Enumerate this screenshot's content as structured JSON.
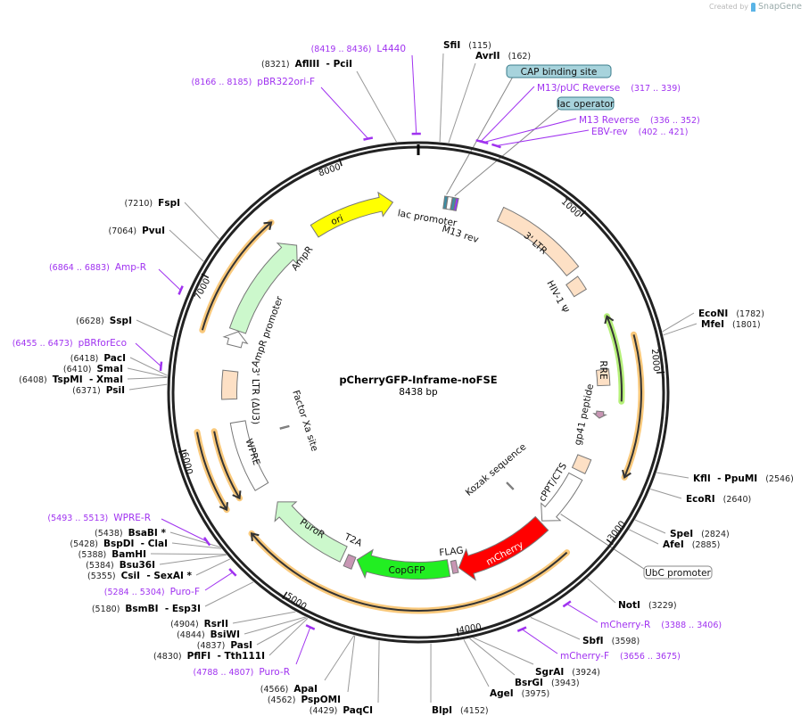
{
  "credit": {
    "created_by": "Created by",
    "brand": "SnapGene"
  },
  "plasmid": {
    "name": "pCherryGFP-Inframe-noFSE",
    "length_label": "8438 bp",
    "length": 8438
  },
  "ticks": [
    "1000",
    "2000",
    "3000",
    "4000",
    "5000",
    "6000",
    "7000",
    "8000"
  ],
  "enzymes": [
    {
      "name": "SfiI",
      "pos": "(115)",
      "site": 115
    },
    {
      "name": "AvrII",
      "pos": "(162)",
      "site": 162
    },
    {
      "name": "AflIII  - PciI",
      "pos": "(8321)",
      "site": 8321
    },
    {
      "name": "FspI",
      "pos": "(7210)",
      "site": 7210
    },
    {
      "name": "PvuI",
      "pos": "(7064)",
      "site": 7064
    },
    {
      "name": "SspI",
      "pos": "(6628)",
      "site": 6628
    },
    {
      "name": "PacI",
      "pos": "(6418)",
      "site": 6418
    },
    {
      "name": "SmaI",
      "pos": "(6410)",
      "site": 6410
    },
    {
      "name": "TspMI  - XmaI",
      "pos": "(6408)",
      "site": 6408
    },
    {
      "name": "PsiI",
      "pos": "(6371)",
      "site": 6371
    },
    {
      "name": "BsaBI *",
      "pos": "(5438)",
      "site": 5438
    },
    {
      "name": "BspDI  - ClaI",
      "pos": "(5428)",
      "site": 5428
    },
    {
      "name": "BamHI",
      "pos": "(5388)",
      "site": 5388
    },
    {
      "name": "Bsu36I",
      "pos": "(5384)",
      "site": 5384
    },
    {
      "name": "CsiI  - SexAI *",
      "pos": "(5355)",
      "site": 5355
    },
    {
      "name": "BsmBI  - Esp3I",
      "pos": "(5180)",
      "site": 5180
    },
    {
      "name": "RsrII",
      "pos": "(4904)",
      "site": 4904
    },
    {
      "name": "BsiWI",
      "pos": "(4844)",
      "site": 4844
    },
    {
      "name": "PasI",
      "pos": "(4837)",
      "site": 4837
    },
    {
      "name": "PflFI  - Tth111I",
      "pos": "(4830)",
      "site": 4830
    },
    {
      "name": "ApaI",
      "pos": "(4566)",
      "site": 4566
    },
    {
      "name": "PspOMI",
      "pos": "(4562)",
      "site": 4562
    },
    {
      "name": "PaqCI",
      "pos": "(4429)",
      "site": 4429
    },
    {
      "name": "BlpI",
      "pos": "(4152)",
      "site": 4152
    },
    {
      "name": "AgeI",
      "pos": "(3975)",
      "site": 3975
    },
    {
      "name": "BsrGI",
      "pos": "(3943)",
      "site": 3943
    },
    {
      "name": "SgrAI",
      "pos": "(3924)",
      "site": 3924
    },
    {
      "name": "SbfI",
      "pos": "(3598)",
      "site": 3598
    },
    {
      "name": "NotI",
      "pos": "(3229)",
      "site": 3229
    },
    {
      "name": "AfeI",
      "pos": "(2885)",
      "site": 2885
    },
    {
      "name": "SpeI",
      "pos": "(2824)",
      "site": 2824
    },
    {
      "name": "EcoRI",
      "pos": "(2640)",
      "site": 2640
    },
    {
      "name": "KflI  - PpuMI",
      "pos": "(2546)",
      "site": 2546
    },
    {
      "name": "MfeI",
      "pos": "(1801)",
      "site": 1801
    },
    {
      "name": "EcoNI",
      "pos": "(1782)",
      "site": 1782
    }
  ],
  "primers": [
    {
      "name": "L4440",
      "range": "(8419 .. 8436)",
      "start": 8419,
      "end": 8436
    },
    {
      "name": "pBR322ori-F",
      "range": "(8166 .. 8185)",
      "start": 8166,
      "end": 8185
    },
    {
      "name": "Amp-R",
      "range": "(6864 .. 6883)",
      "start": 6864,
      "end": 6883
    },
    {
      "name": "pBRforEco",
      "range": "(6455 .. 6473)",
      "start": 6455,
      "end": 6473
    },
    {
      "name": "WPRE-R",
      "range": "(5493 .. 5513)",
      "start": 5493,
      "end": 5513
    },
    {
      "name": "Puro-F",
      "range": "(5284 .. 5304)",
      "start": 5284,
      "end": 5304
    },
    {
      "name": "Puro-R",
      "range": "(4788 .. 4807)",
      "start": 4788,
      "end": 4807
    },
    {
      "name": "mCherry-F",
      "range": "(3656 .. 3675)",
      "start": 3656,
      "end": 3675
    },
    {
      "name": "mCherry-R",
      "range": "(3388 .. 3406)",
      "start": 3388,
      "end": 3406
    },
    {
      "name": "EBV-rev",
      "range": "(402 .. 421)",
      "start": 402,
      "end": 421
    },
    {
      "name": "M13 Reverse",
      "range": "(336 .. 352)",
      "start": 336,
      "end": 352
    },
    {
      "name": "M13/pUC Reverse",
      "range": "(317 .. 339)",
      "start": 317,
      "end": 339
    }
  ],
  "features": [
    {
      "label": "ori",
      "start": 7670,
      "end": 8259,
      "dir": 1,
      "color": "#ffff00"
    },
    {
      "label": "CAP binding site",
      "start": 180,
      "end": 200,
      "dir": 0,
      "color": "#3b8ea5"
    },
    {
      "label": "lac promoter",
      "start": 202,
      "end": 232,
      "dir": 0,
      "color": "#ffffff"
    },
    {
      "label": "lac operator",
      "start": 236,
      "end": 256,
      "dir": 0,
      "color": "#3b8ea5"
    },
    {
      "label": "M13 rev",
      "start": 258,
      "end": 275,
      "dir": 0,
      "color": "#9933ff"
    },
    {
      "label": "3' LTR",
      "start": 580,
      "end": 1215,
      "dir": 0,
      "color": "#fde0c5"
    },
    {
      "label": "HIV-1 Ψ",
      "start": 1265,
      "end": 1370,
      "dir": 0,
      "color": "#fde0c5"
    },
    {
      "label": "RRE",
      "start": 1945,
      "end": 2060,
      "dir": 0,
      "color": "#fde0c5"
    },
    {
      "label": "gp41 peptide",
      "start": 2250,
      "end": 2300,
      "dir": 1,
      "color": "#c896b4"
    },
    {
      "label": "cPPT/CTS",
      "start": 2610,
      "end": 2720,
      "dir": 0,
      "color": "#fde0c5"
    },
    {
      "label": "UbC promoter",
      "start": 2770,
      "end": 3190,
      "dir": 1,
      "color": "#ffffff"
    },
    {
      "label": "mCherry",
      "start": 3205,
      "end": 3915,
      "dir": 1,
      "color": "#ff0000"
    },
    {
      "label": "FLAG",
      "start": 3925,
      "end": 3965,
      "dir": 0,
      "color": "#c896b4"
    },
    {
      "label": "CopGFP",
      "start": 3990,
      "end": 4690,
      "dir": 1,
      "color": "#22ee22"
    },
    {
      "label": "T2A",
      "start": 4705,
      "end": 4765,
      "dir": 0,
      "color": "#c896b4"
    },
    {
      "label": "PuroR",
      "start": 4800,
      "end": 5440,
      "dir": 1,
      "color": "#ccf8cc"
    },
    {
      "label": "WPRE",
      "start": 5600,
      "end": 6110,
      "dir": 0,
      "color": "#ffffff"
    },
    {
      "label": "3' LTR (ΔU3)",
      "start": 6280,
      "end": 6480,
      "dir": 0,
      "color": "#fde0c5"
    },
    {
      "label": "AmpR promoter",
      "start": 6660,
      "end": 6765,
      "dir": 1,
      "color": "#ffffff"
    },
    {
      "label": "AmpR",
      "start": 6770,
      "end": 7510,
      "dir": 1,
      "color": "#ccf8cc"
    },
    {
      "label": "Factor Xa site",
      "start": 5978,
      "end": 5990,
      "dir": 0,
      "color": "#999999"
    },
    {
      "label": "Kozak sequence",
      "start": 3172,
      "end": 3184,
      "dir": 0,
      "color": "#999999"
    }
  ],
  "orfs": [
    {
      "start": 1595,
      "end": 2170,
      "dir": -1,
      "color": "#b6f07a"
    },
    {
      "start": 1758,
      "end": 2635,
      "dir": 1,
      "color": "#f9c97c"
    },
    {
      "start": 3215,
      "end": 5385,
      "dir": 1,
      "color": "#f9c97c"
    },
    {
      "start": 5610,
      "end": 6075,
      "dir": -1,
      "color": "#f9c97c"
    },
    {
      "start": 5590,
      "end": 6090,
      "dir": -1,
      "color": "#f9c97c"
    },
    {
      "start": 6705,
      "end": 7480,
      "dir": 1,
      "color": "#f9c97c"
    }
  ],
  "colors": {
    "primer": "#a032f0",
    "backbone": "#222222",
    "box_label_fill": "#a7d3dc"
  }
}
